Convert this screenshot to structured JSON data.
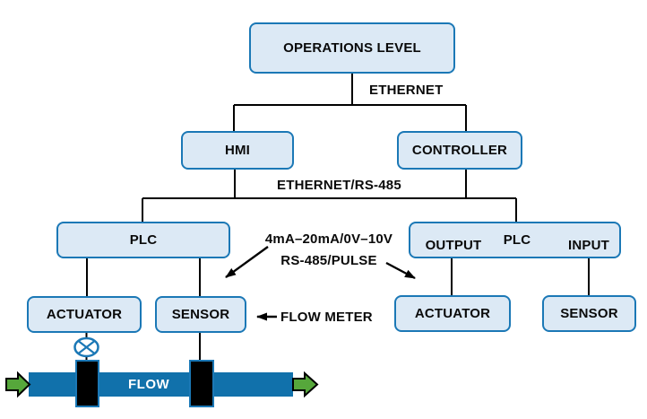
{
  "colors": {
    "box-fill": "#dce9f5",
    "box-border": "#1b78b6",
    "line": "#000000",
    "pipe": "#1171ab",
    "green": "#56a73b"
  },
  "nodes": {
    "operations_level": "OPERATIONS LEVEL",
    "hmi": "HMI",
    "controller": "CONTROLLER",
    "plc_left": "PLC",
    "plc_right": "PLC",
    "plc_right_output": "OUTPUT",
    "plc_right_input": "INPUT",
    "actuator_left": "ACTUATOR",
    "sensor_left": "SENSOR",
    "actuator_right": "ACTUATOR",
    "sensor_right": "SENSOR"
  },
  "labels": {
    "ethernet": "ETHERNET",
    "ethernet_rs485": "ETHERNET/RS-485",
    "signal_line1": "4mA–20mA/0V–10V",
    "signal_line2": "RS-485/PULSE",
    "flow_meter": "FLOW METER",
    "flow": "FLOW"
  },
  "icons": {
    "valve": "valve-icon",
    "flow_direction": "right-arrow"
  }
}
